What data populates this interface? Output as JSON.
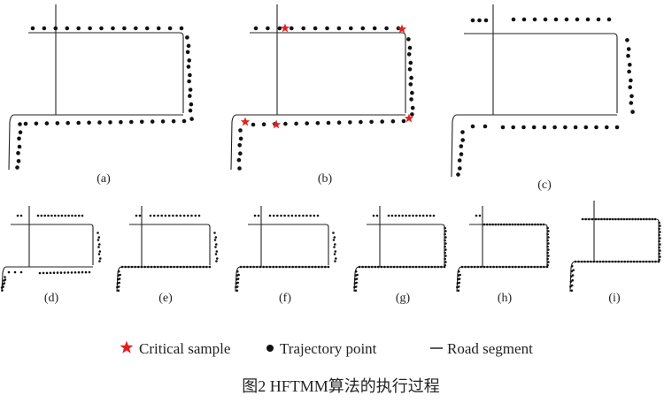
{
  "panels": {
    "a": {
      "label": "(a)"
    },
    "b": {
      "label": "(b)"
    },
    "c": {
      "label": "(c)"
    },
    "d": {
      "label": "(d)"
    },
    "e": {
      "label": "(e)"
    },
    "f": {
      "label": "(f)"
    },
    "g": {
      "label": "(g)"
    },
    "h": {
      "label": "(h)"
    },
    "i": {
      "label": "(i)"
    }
  },
  "legend": {
    "critical": "Critical sample",
    "trajectory": "Trajectory point",
    "road": "Road segment"
  },
  "caption": "图2 HFTMM算法的执行过程",
  "colors": {
    "star": "#e02020",
    "dot": "#111111",
    "road": "#222222"
  }
}
